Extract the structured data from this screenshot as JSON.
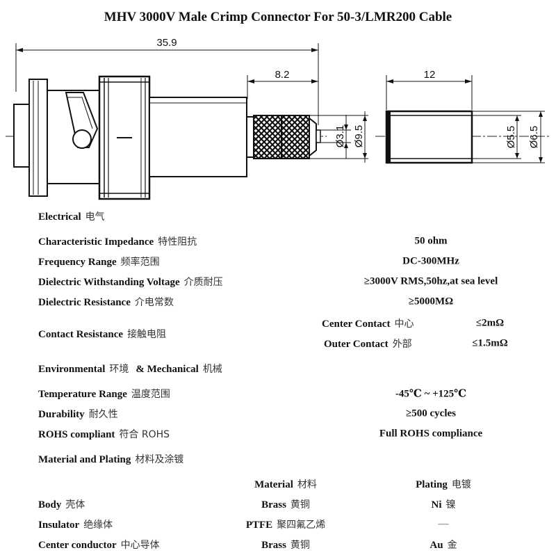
{
  "title": "MHV 3000V Male Crimp Connector For 50-3/LMR200 Cable",
  "drawing": {
    "dim_length": "35.9",
    "dim_crimp": "8.2",
    "dim_ferrule": "12",
    "dia_pin": "Ø3.1",
    "dia_crimp": "Ø9.5",
    "dia_ferrule_inner": "Ø5.5",
    "dia_ferrule_outer": "Ø6.5"
  },
  "electrical": {
    "heading": "Electrical",
    "heading_cn": "电气",
    "impedance_label": "Characteristic Impedance",
    "impedance_cn": "特性阻抗",
    "impedance_value": "50 ohm",
    "frequency_label": "Frequency Range",
    "frequency_cn": "频率范围",
    "frequency_value": "DC-300MHz",
    "dwv_label": "Dielectric Withstanding Voltage",
    "dwv_cn": "介质耐压",
    "dwv_value": "≥3000V RMS,50hz,at sea level",
    "dr_label": "Dielectric Resistance",
    "dr_cn": "介电常数",
    "dr_value": "≥5000MΩ",
    "cr_label": "Contact Resistance",
    "cr_cn": "接触电阻",
    "center_label": "Center Contact",
    "center_cn": "中心",
    "center_value": "≤2mΩ",
    "outer_label": "Outer Contact",
    "outer_cn": "外部",
    "outer_value": "≤1.5mΩ"
  },
  "environmental": {
    "heading": "Environmental",
    "heading_cn": "环境",
    "heading2": "& Mechanical",
    "heading2_cn": "机械",
    "temp_label": "Temperature Range",
    "temp_cn": "温度范围",
    "temp_value": "-45℃ ~ +125℃",
    "durability_label": "Durability",
    "durability_cn": "耐久性",
    "durability_value": "≥500 cycles",
    "rohs_label": "ROHS compliant",
    "rohs_cn": "符合 ROHS",
    "rohs_value": "Full ROHS compliance"
  },
  "material": {
    "heading": "Material and Plating",
    "heading_cn": "材料及涂镀",
    "col_material": "Material",
    "col_material_cn": "材料",
    "col_plating": "Plating",
    "col_plating_cn": "电镀",
    "rows": [
      {
        "part": "Body",
        "part_cn": "壳体",
        "material": "Brass",
        "material_cn": "黄铜",
        "plating": "Ni",
        "plating_cn": "镍"
      },
      {
        "part": "Insulator",
        "part_cn": "绝缘体",
        "material": "PTFE",
        "material_cn": "聚四氟乙烯",
        "plating": "—",
        "plating_cn": ""
      },
      {
        "part": "Center conductor",
        "part_cn": "中心导体",
        "material": "Brass",
        "material_cn": "黄铜",
        "plating": "Au",
        "plating_cn": "金"
      }
    ]
  }
}
